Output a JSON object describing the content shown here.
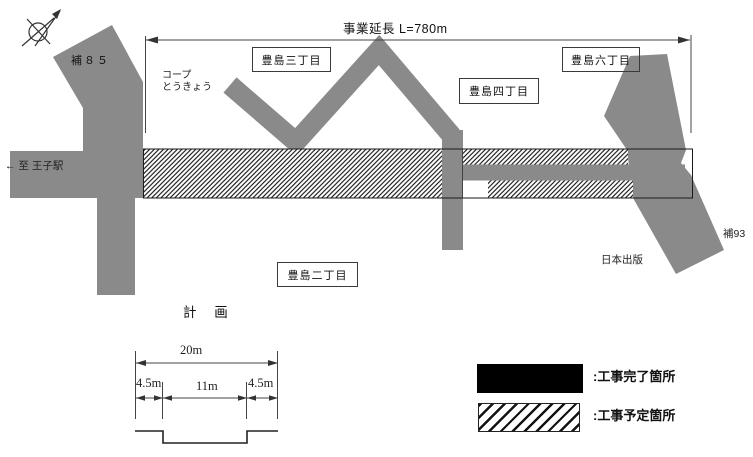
{
  "diagram": {
    "extent_label": "事業延長 L=780m",
    "plan_label": "計 画"
  },
  "labels": {
    "road_ho85": "補８５",
    "road_ho93": "補93",
    "coop_line1": "コープ",
    "coop_line2": "とうきょう",
    "to_oji_station": "← 至 王子駅",
    "nihon_shuppan": "日本出版"
  },
  "districts": [
    {
      "name": "豊島三丁目"
    },
    {
      "name": "豊島四丁目"
    },
    {
      "name": "豊島六丁目"
    },
    {
      "name": "豊島二丁目"
    }
  ],
  "cross_section": {
    "total_width": "20m",
    "left_width": "4.5m",
    "center_width": "11m",
    "right_width": "4.5m"
  },
  "legend": {
    "completed": ":工事完了箇所",
    "planned": ":工事予定箇所"
  },
  "colors": {
    "road": "#8a8a8a",
    "line": "#1a1a1a",
    "background": "#ffffff"
  }
}
